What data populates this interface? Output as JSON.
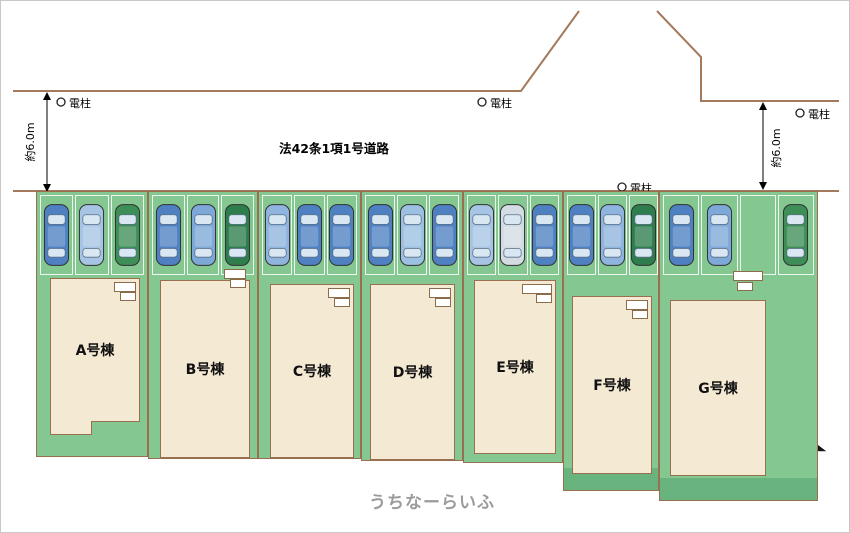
{
  "road": {
    "label": "法42条1項1号道路",
    "width_left": "約6.0m",
    "width_right": "約6.0m"
  },
  "poles": [
    {
      "label": "電柱"
    },
    {
      "label": "電柱"
    },
    {
      "label": "電柱"
    },
    {
      "label": "電柱"
    }
  ],
  "lots": [
    {
      "name": "A号棟",
      "cars": [
        "#4f81c2",
        "#a7c4e4",
        "#3e8e57"
      ]
    },
    {
      "name": "B号棟",
      "cars": [
        "#4f81c2",
        "#7da8d8",
        "#2e7d4d"
      ]
    },
    {
      "name": "C号棟",
      "cars": [
        "#8fb4de",
        "#4f81c2",
        "#4f81c2"
      ]
    },
    {
      "name": "D号棟",
      "cars": [
        "#4f81c2",
        "#9cc0e2",
        "#4f81c2"
      ]
    },
    {
      "name": "E号棟",
      "cars": [
        "#a7c4e4",
        "#d3dce3",
        "#4f81c2"
      ]
    },
    {
      "name": "F号棟",
      "cars": [
        "#4f81c2",
        "#8fb4de",
        "#2e7d4d"
      ]
    },
    {
      "name": "G号棟",
      "cars": [
        "#4f81c2",
        "#7da8d8",
        "#3e8e57"
      ]
    }
  ],
  "watermark": {
    "text": "うちなーらいふ"
  },
  "icons": {
    "compass": "north-arrow-icon",
    "pole": "utility-pole-icon",
    "car": "car-top-view-icon"
  },
  "palette": {
    "lot_green": "#84c791",
    "garden_green": "#69b47e",
    "building_beige": "#f4ead4",
    "outline_brown": "#9a6f50",
    "road_line": "#a5795b",
    "watermark_gray": "#9b9b9b"
  }
}
